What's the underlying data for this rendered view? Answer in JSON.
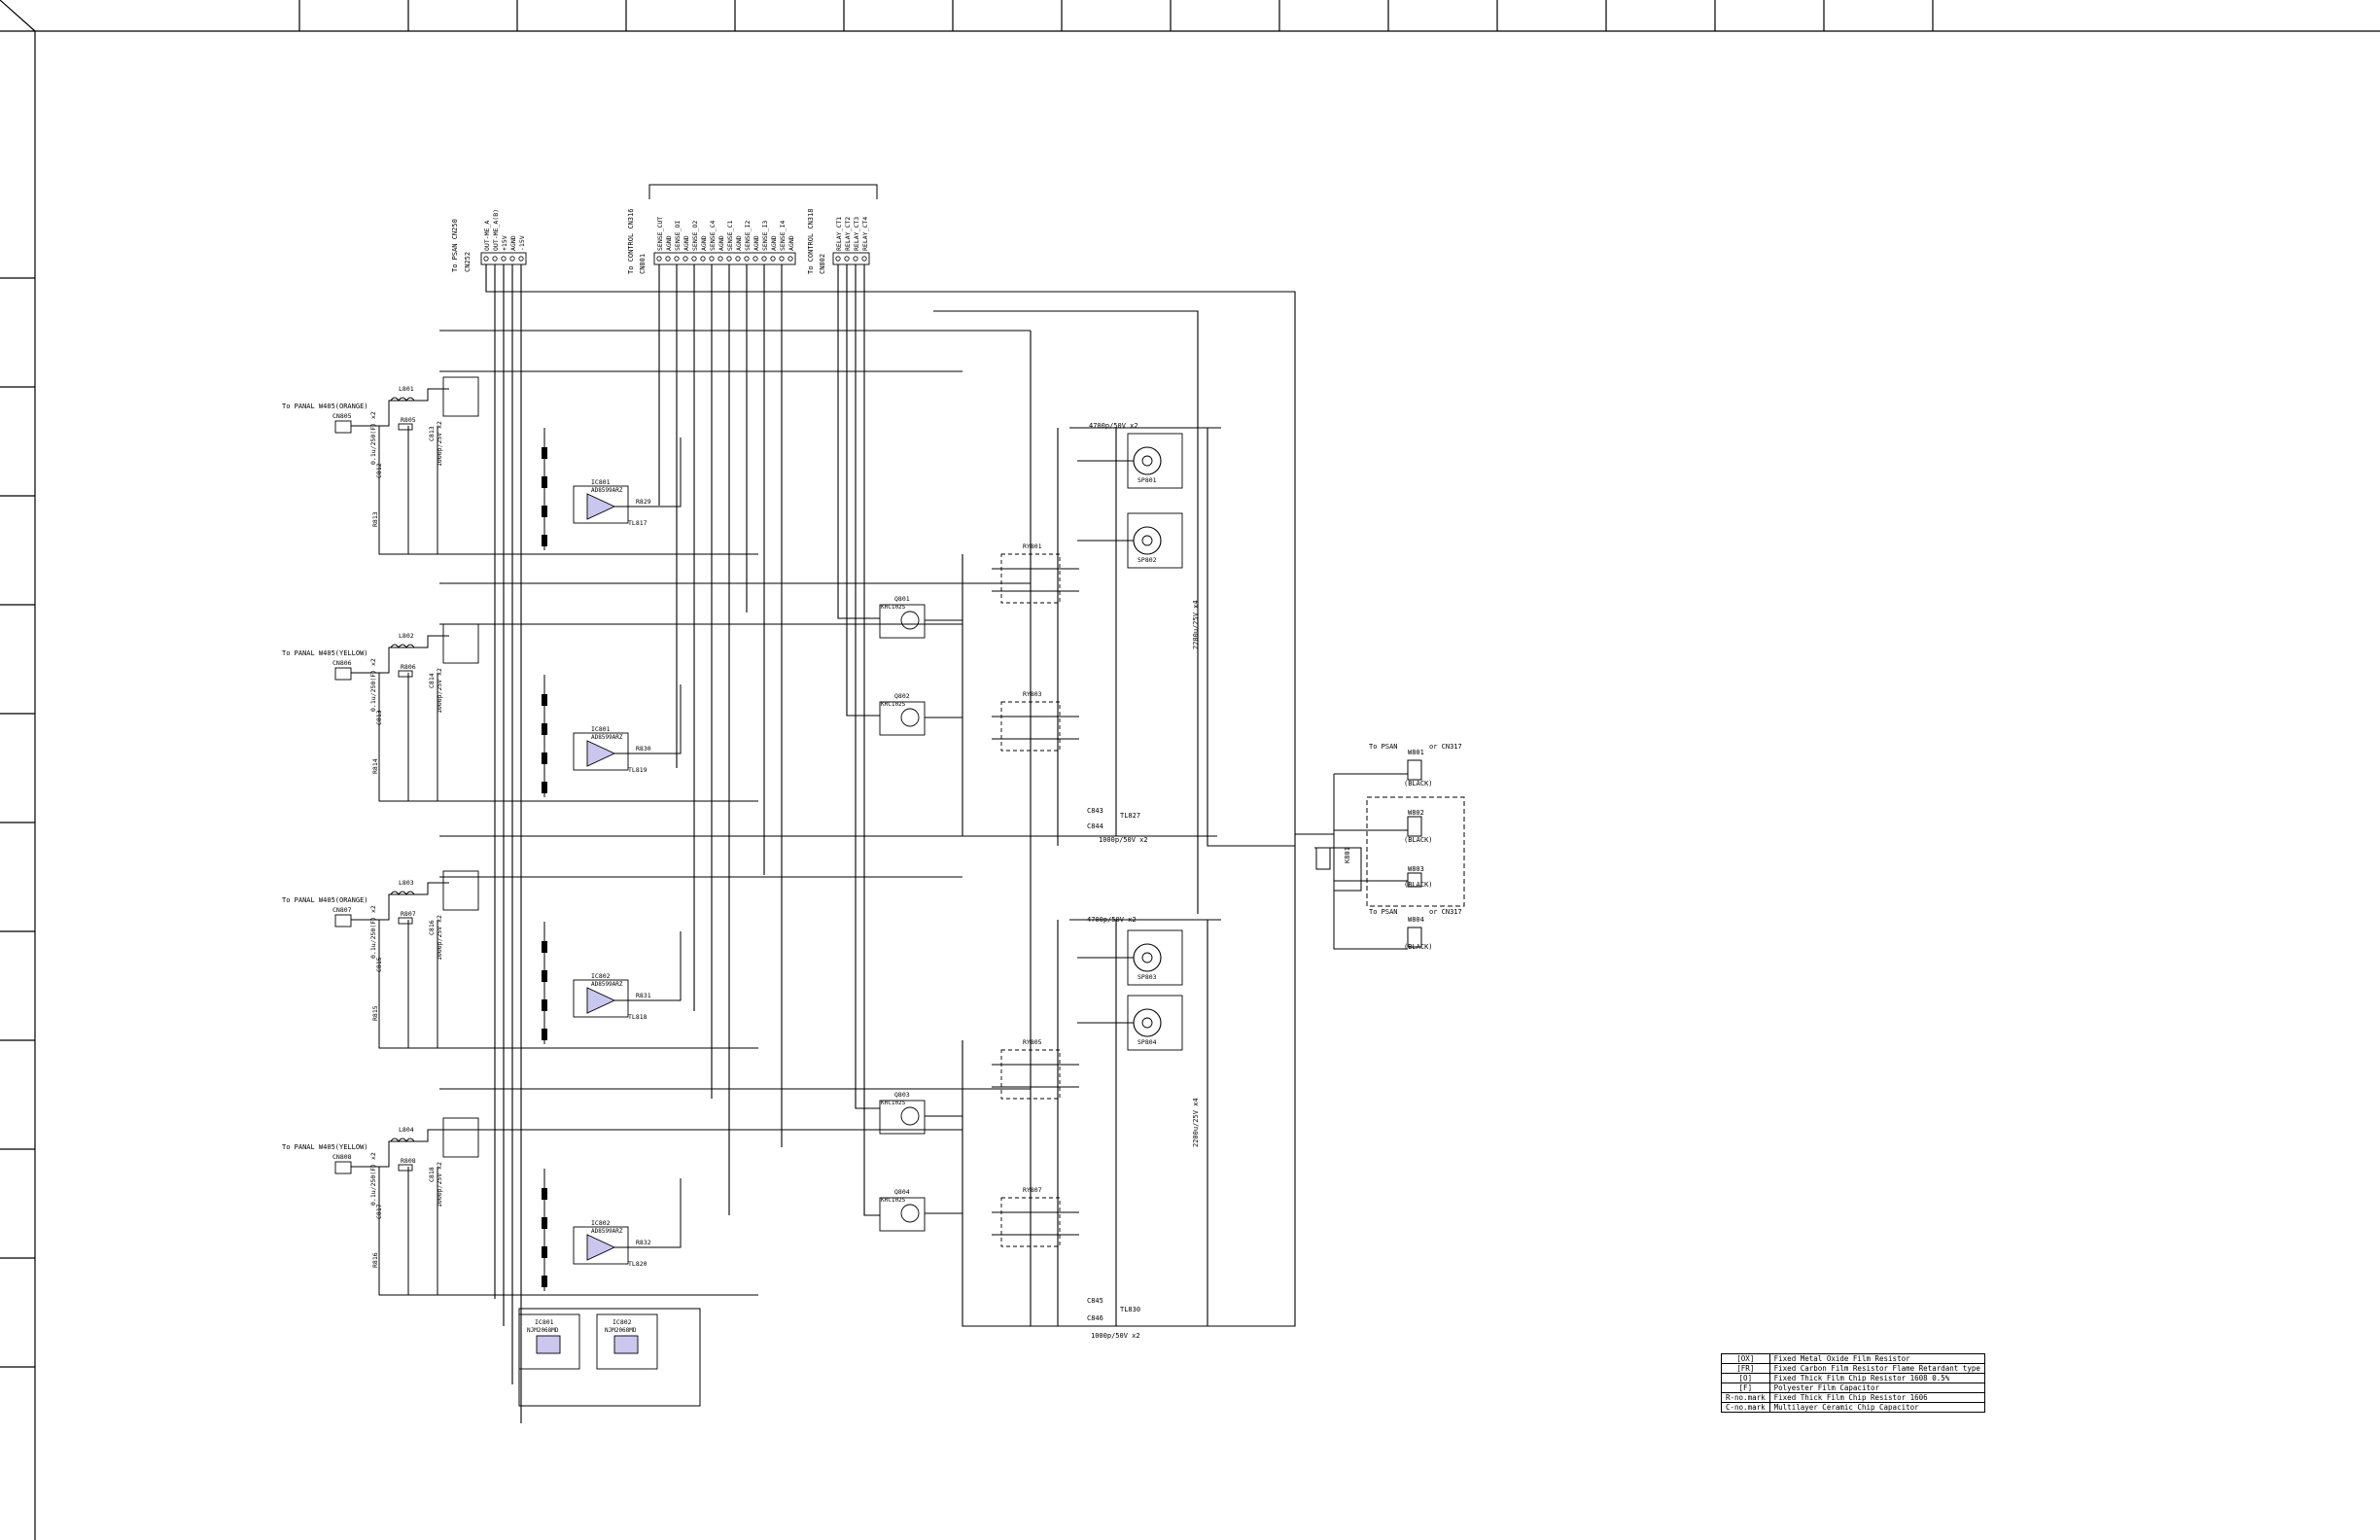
{
  "legend": [
    {
      "key": "[OX]",
      "desc": "Fixed Metal Oxide Film Resistor"
    },
    {
      "key": "[FR]",
      "desc": "Fixed Carbon Film Resistor Flame Retardant type"
    },
    {
      "key": "[O]",
      "desc": "Fixed Thick Film Chip Resistor 1608 0.5%"
    },
    {
      "key": "[F]",
      "desc": "Polyester Film Capacitor"
    },
    {
      "key": "R-no.mark",
      "desc": "Fixed Thick Film Chip Resistor 1606"
    },
    {
      "key": "C-no.mark",
      "desc": "Multilayer Ceramic Chip Capacitor"
    }
  ],
  "connectors": {
    "psan_top": "To PSAN CN250",
    "cn252": "CN252",
    "control1": "To CONTROL CN316",
    "cn801": "CN801",
    "control2": "To CONTROL CN318",
    "cn802": "CN802",
    "psan_right1": "To PSAN",
    "psan_right1_ref": "or CN317",
    "psan_right2": "To PSAN",
    "psan_right2_ref": "or CN317"
  },
  "top_pins_psan": [
    "OUT-ME_A",
    "OUT-ME_A(B)",
    "+15V",
    "AGND",
    "-15V"
  ],
  "top_pins_control1": [
    "SENSE_CUT",
    "AGND",
    "SENSE_OI",
    "AGND",
    "SENSE_O2",
    "AGND",
    "SENSE_C4",
    "AGND",
    "SENSE_C1",
    "AGND",
    "SENSE_I2",
    "AGND",
    "SENSE_I3",
    "AGND",
    "SENSE_I4",
    "AGND"
  ],
  "top_pins_control2": [
    "RELAY_CT1",
    "RELAY_CT2",
    "RELAY_CT3",
    "RELAY_CT4"
  ],
  "panels": [
    {
      "label": "To PANAL W405(ORANGE)",
      "cn": "CN805",
      "inductor": "L801",
      "ic": "IC801",
      "ic_part": "AD8599ARZ",
      "r_out": "R829",
      "tl": "TL817",
      "cap_a": "C812",
      "cap_a_val": "0.1u/250(F) x2",
      "cap_b": "C813",
      "cap_b_val": "1000p/25V x2",
      "r_in": "R805",
      "r_bias": "R813"
    },
    {
      "label": "To PANAL W405(YELLOW)",
      "cn": "CN806",
      "inductor": "L802",
      "ic": "IC801",
      "ic_part": "AD8599ARZ",
      "r_out": "R830",
      "tl": "TL819",
      "cap_a": "C813",
      "cap_a_val": "0.1u/250(F) x2",
      "cap_b": "C814",
      "cap_b_val": "1000p/25V x2",
      "r_in": "R806",
      "r_bias": "R814"
    },
    {
      "label": "To PANAL W405(ORANGE)",
      "cn": "CN807",
      "inductor": "L803",
      "ic": "IC802",
      "ic_part": "AD8599ARZ",
      "r_out": "R831",
      "tl": "TL818",
      "cap_a": "C815",
      "cap_a_val": "0.1u/250(F) x2",
      "cap_b": "C816",
      "cap_b_val": "1000p/25V x2",
      "r_in": "R807",
      "r_bias": "R815"
    },
    {
      "label": "To PANAL W405(YELLOW)",
      "cn": "CN808",
      "inductor": "L804",
      "ic": "IC802",
      "ic_part": "AD8599ARZ",
      "r_out": "R832",
      "tl": "TL820",
      "cap_a": "C817",
      "cap_a_val": "0.1u/250(F) x2",
      "cap_b": "C818",
      "cap_b_val": "1000p/25V x2",
      "r_in": "R808",
      "r_bias": "R816"
    }
  ],
  "relays": [
    {
      "q": "Q801",
      "part": "KRC102S",
      "ry": "RY801"
    },
    {
      "q": "Q802",
      "part": "KRC102S",
      "ry": "RY803"
    },
    {
      "q": "Q803",
      "part": "KRC102S",
      "ry": "RY805"
    },
    {
      "q": "Q804",
      "part": "KRC102S",
      "ry": "RY807"
    }
  ],
  "speakers": [
    "SP801",
    "SP802",
    "SP803",
    "SP804"
  ],
  "caps_top": {
    "c1": "4700p/50V x2",
    "c2": "2200u/25V x4",
    "c3": "1000p/50V x2",
    "c843": "C843",
    "c844": "C844",
    "tl827": "TL827"
  },
  "caps_bottom": {
    "c1": "4700p/50V x2",
    "c2": "2200u/25V x4",
    "c3": "1000p/50V x2",
    "c845": "C845",
    "c846": "C846",
    "tl830": "TL830"
  },
  "right_block": {
    "w801": "W801",
    "w802": "W802",
    "w803": "W803",
    "w804": "W804",
    "black1": "(BLACK)",
    "black2": "(BLACK)",
    "black3": "(BLACK)",
    "black4": "(BLACK)",
    "k801": "K801"
  },
  "regulators": [
    {
      "ic": "IC801",
      "part": "NJM2068MD"
    },
    {
      "ic": "IC802",
      "part": "NJM2068MD"
    }
  ]
}
